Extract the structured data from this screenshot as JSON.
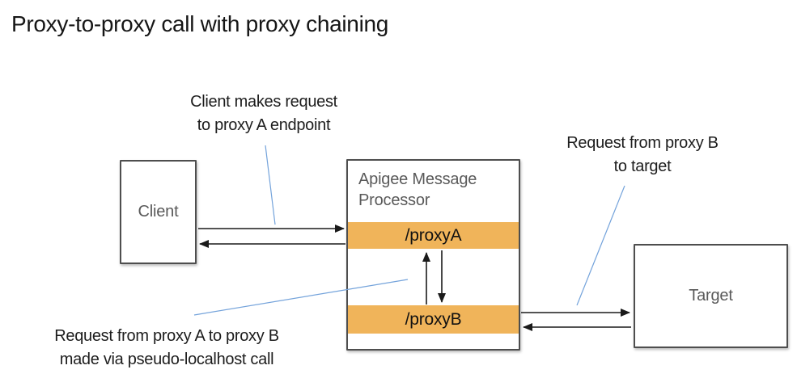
{
  "title": "Proxy-to-proxy call with proxy chaining",
  "annotations": {
    "client_request": "Client makes request\nto proxy A endpoint",
    "proxy_b_to_target": "Request from proxy B\nto target",
    "proxy_a_to_proxy_b": "Request from proxy A to proxy B\nmade via pseudo-localhost call"
  },
  "nodes": {
    "client": {
      "label": "Client"
    },
    "message_processor": {
      "label": "Apigee Message Processor",
      "endpoints": [
        {
          "label": "/proxyA"
        },
        {
          "label": "/proxyB"
        }
      ]
    },
    "target": {
      "label": "Target"
    }
  },
  "colors": {
    "endpoint_band_orange": "#F0B45A",
    "callout_line_blue": "#74A3DB",
    "arrow_black": "#1a1a1a",
    "box_border_gray": "#4e4e4e",
    "box_text_gray": "#5a5a5a"
  }
}
